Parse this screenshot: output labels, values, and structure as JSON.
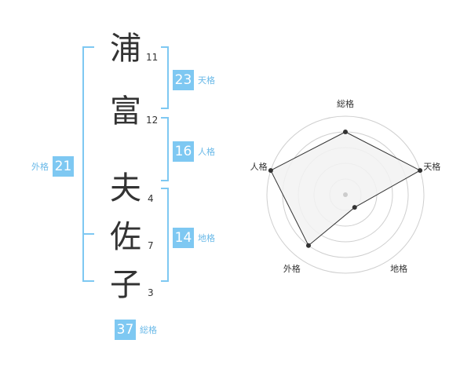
{
  "name": {
    "surname": [
      {
        "char": "浦",
        "strokes": "11"
      },
      {
        "char": "富",
        "strokes": "12"
      }
    ],
    "given": [
      {
        "char": "夫",
        "strokes": "4"
      },
      {
        "char": "佐",
        "strokes": "7"
      },
      {
        "char": "子",
        "strokes": "3"
      }
    ]
  },
  "fortunes": {
    "tenkaku": {
      "label": "天格",
      "value": "23"
    },
    "jinkaku": {
      "label": "人格",
      "value": "16"
    },
    "chikaku": {
      "label": "地格",
      "value": "14"
    },
    "gaikaku": {
      "label": "外格",
      "value": "21"
    },
    "soukaku": {
      "label": "総格",
      "value": "37"
    }
  },
  "radar": {
    "axes": [
      "総格",
      "天格",
      "地格",
      "外格",
      "人格"
    ],
    "levels": 5,
    "values": [
      4,
      5,
      1,
      4,
      5
    ]
  },
  "colors": {
    "accent": "#7ec8f2",
    "bracket": "#7ec8f2",
    "text": "#333333",
    "radar_fill": "#f2f2f2",
    "radar_line": "#333333"
  }
}
